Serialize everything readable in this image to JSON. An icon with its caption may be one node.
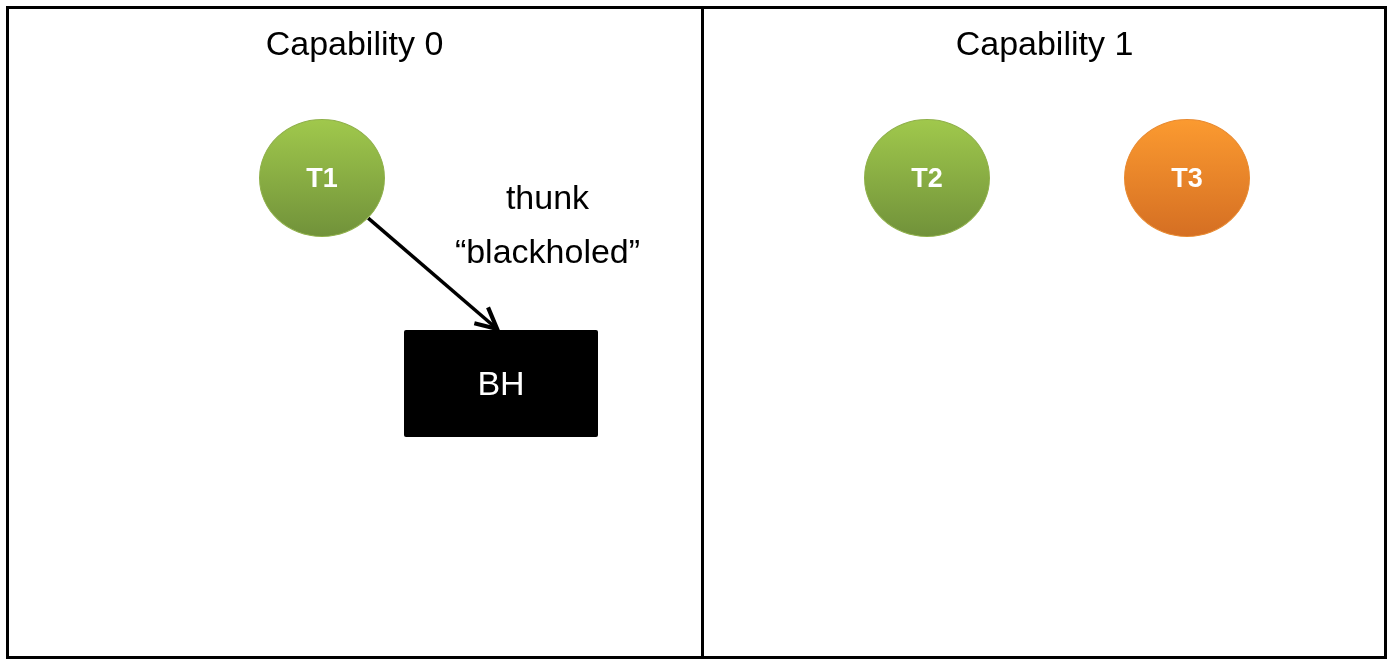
{
  "diagram": {
    "nodes": [
      {
        "text": [
          "Capability 0"
        ]
      },
      {
        "text": [
          "Capability 1"
        ]
      },
      {
        "text": [
          "T1"
        ],
        "in": 0
      },
      {
        "text": [
          "BH"
        ],
        "in": 0
      },
      {
        "text": [
          "T2"
        ],
        "in": 1
      },
      {
        "text": [
          "T3"
        ],
        "in": 1
      }
    ],
    "edges": [
      {
        "from": 2,
        "to": 3,
        "arrow": "to",
        "label": "thunk “blackholed”"
      }
    ]
  }
}
